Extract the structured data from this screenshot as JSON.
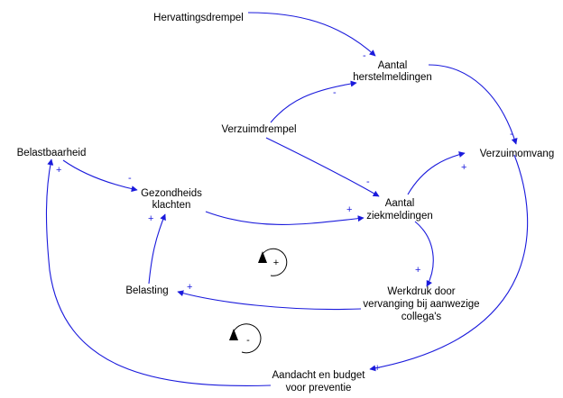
{
  "nodes": {
    "hervattingsdrempel": "Hervattingsdrempel",
    "aantal_herstel": [
      "Aantal",
      "herstelmeldingen"
    ],
    "verzuimdrempel": "Verzuimdrempel",
    "verzuimomvang": "Verzuimomvang",
    "belastbaarheid": "Belastbaarheid",
    "gezondheidsklachten": [
      "Gezondheids",
      "klachten"
    ],
    "aantal_ziek": [
      "Aantal",
      "ziekmeldingen"
    ],
    "belasting": "Belasting",
    "werkdruk": [
      "Werkdruk door",
      "vervanging bij aanwezige",
      "collega's"
    ],
    "aandacht": [
      "Aandacht en budget",
      "voor preventie"
    ]
  },
  "links": [
    {
      "from": "Hervattingsdrempel",
      "to": "Aantal herstelmeldingen",
      "polarity": "-"
    },
    {
      "from": "Verzuimdrempel",
      "to": "Aantal herstelmeldingen",
      "polarity": "-"
    },
    {
      "from": "Aantal herstelmeldingen",
      "to": "Verzuimomvang",
      "polarity": "-"
    },
    {
      "from": "Verzuimdrempel",
      "to": "Aantal ziekmeldingen",
      "polarity": "-"
    },
    {
      "from": "Aantal ziekmeldingen",
      "to": "Verzuimomvang",
      "polarity": "+"
    },
    {
      "from": "Belastbaarheid",
      "to": "Gezondheids klachten",
      "polarity": "-"
    },
    {
      "from": "Gezondheids klachten",
      "to": "Aantal ziekmeldingen",
      "polarity": "+"
    },
    {
      "from": "Aantal ziekmeldingen",
      "to": "Werkdruk door vervanging bij aanwezige collega's",
      "polarity": "+"
    },
    {
      "from": "Werkdruk door vervanging bij aanwezige collega's",
      "to": "Belasting",
      "polarity": "+"
    },
    {
      "from": "Belasting",
      "to": "Gezondheids klachten",
      "polarity": "+"
    },
    {
      "from": "Verzuimomvang",
      "to": "Aandacht en budget voor preventie",
      "polarity": "+"
    },
    {
      "from": "Aandacht en budget voor preventie",
      "to": "Belastbaarheid",
      "polarity": "+"
    }
  ],
  "loops": [
    {
      "sign": "+"
    },
    {
      "sign": "-"
    }
  ]
}
